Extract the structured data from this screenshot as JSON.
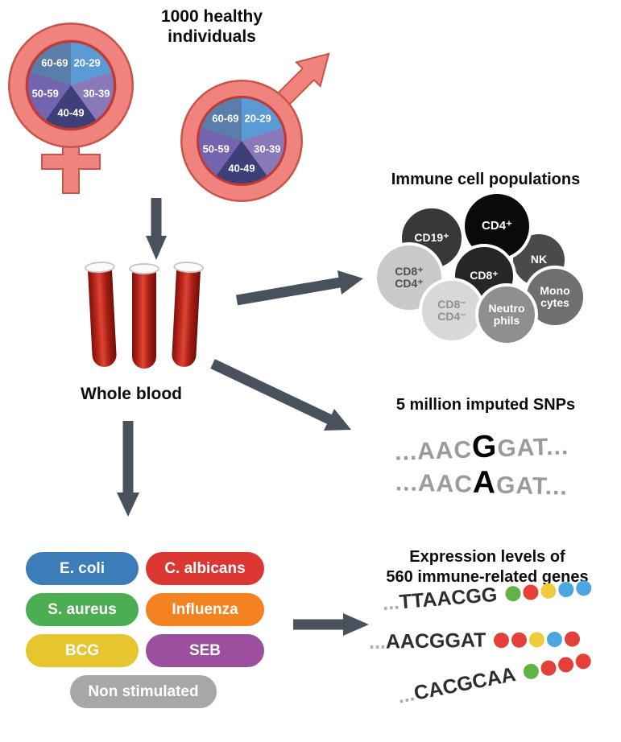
{
  "colors": {
    "symbol_pink": "#F0837E",
    "symbol_pink_dark": "#C8544A",
    "pie_ring_red": "#BE3A34",
    "arrow_gray": "#49525C"
  },
  "header": {
    "line1": "1000 healthy",
    "line2": "individuals"
  },
  "demographics": {
    "age_groups": [
      {
        "label": "20-29",
        "color": "#5B9BD5"
      },
      {
        "label": "30-39",
        "color": "#8A79B8"
      },
      {
        "label": "40-49",
        "color": "#3E3E78"
      },
      {
        "label": "50-59",
        "color": "#7463AE"
      },
      {
        "label": "60-69",
        "color": "#5B7DA9"
      }
    ],
    "icons": {
      "female": "female-symbol",
      "male": "male-symbol"
    }
  },
  "blood": {
    "label": "Whole blood"
  },
  "immune": {
    "title": "Immune cell populations",
    "cells": [
      {
        "label": "CD19⁺"
      },
      {
        "label": "NK"
      },
      {
        "label": "CD4⁺"
      },
      {
        "label": "CD8⁺\nCD4⁺"
      },
      {
        "label": "CD8⁺"
      },
      {
        "label": "CD8⁻\nCD4⁻"
      },
      {
        "label": "Mono\ncytes"
      },
      {
        "label": "Neutro\nphils"
      }
    ]
  },
  "snps": {
    "title": "5 million imputed SNPs",
    "rows": [
      {
        "pre": "...AAC",
        "variant": "G",
        "post": "GAT..."
      },
      {
        "pre": "...AAC",
        "variant": "A",
        "post": "GAT..."
      }
    ]
  },
  "stimuli": {
    "items": [
      {
        "label": "E. coli",
        "color": "#3C7CB8"
      },
      {
        "label": "C. albicans",
        "color": "#DC3732"
      },
      {
        "label": "S. aureus",
        "color": "#4CAE52"
      },
      {
        "label": "Influenza",
        "color": "#F58220"
      },
      {
        "label": "BCG",
        "color": "#E7C52F"
      },
      {
        "label": "SEB",
        "color": "#9B4F9E"
      },
      {
        "label": "Non stimulated",
        "color": "#A7A7A7"
      }
    ]
  },
  "expression": {
    "title_line1": "Expression levels of",
    "title_line2": "560 immune-related genes",
    "rows": [
      {
        "ellipsis": "...",
        "seq": "TTAACGG",
        "dots": [
          "#61B346",
          "#E43F38",
          "#F0CC3C",
          "#4CA6E0",
          "#4CA6E0"
        ]
      },
      {
        "ellipsis": "...",
        "seq": "AACGGAT",
        "dots": [
          "#E43F38",
          "#E43F38",
          "#F0CC3C",
          "#4CA6E0",
          "#E43F38"
        ]
      },
      {
        "ellipsis": "...",
        "seq": "CACGCAA",
        "dots": [
          "#61B346",
          "#E43F38",
          "#E43F38",
          "#E43F38"
        ]
      }
    ]
  }
}
